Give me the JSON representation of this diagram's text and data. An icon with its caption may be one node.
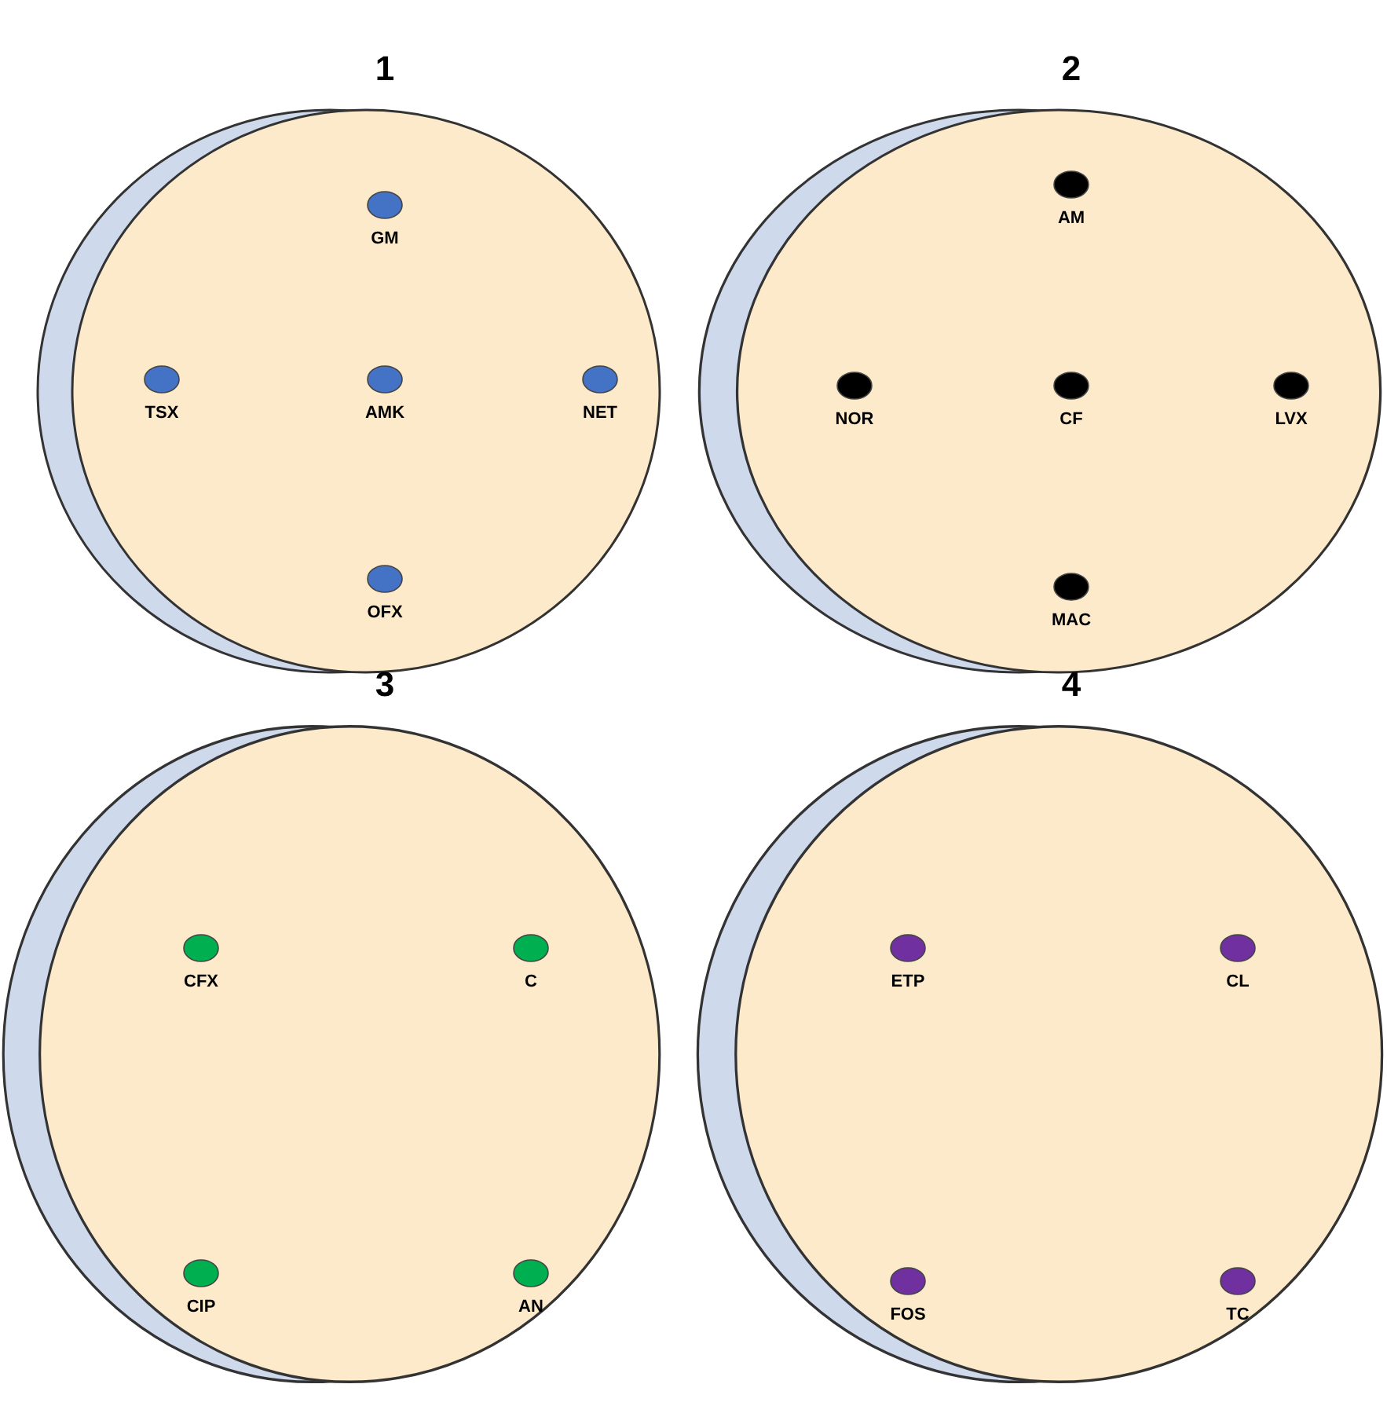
{
  "diagram": {
    "nodes": [
      {
        "text": [
          "1"
        ]
      },
      {
        "text": [
          "GM"
        ],
        "in": 0
      },
      {
        "text": [
          "TSX"
        ],
        "in": 0
      },
      {
        "text": [
          "AMK"
        ],
        "in": 0
      },
      {
        "text": [
          "NET"
        ],
        "in": 0
      },
      {
        "text": [
          "OFX"
        ],
        "in": 0
      },
      {
        "text": [
          "2"
        ]
      },
      {
        "text": [
          "AM"
        ],
        "in": 6
      },
      {
        "text": [
          "NOR"
        ],
        "in": 6
      },
      {
        "text": [
          "CF"
        ],
        "in": 6
      },
      {
        "text": [
          "LVX"
        ],
        "in": 6
      },
      {
        "text": [
          "MAC"
        ],
        "in": 6
      },
      {
        "text": [
          "3"
        ]
      },
      {
        "text": [
          "CFX"
        ],
        "in": 12
      },
      {
        "text": [
          "C"
        ],
        "in": 12
      },
      {
        "text": [
          "CIP"
        ],
        "in": 12
      },
      {
        "text": [
          "AN"
        ],
        "in": 12
      },
      {
        "text": [
          "4"
        ]
      },
      {
        "text": [
          "ETP"
        ],
        "in": 17
      },
      {
        "text": [
          "CL"
        ],
        "in": 17
      },
      {
        "text": [
          "FOS"
        ],
        "in": 17
      },
      {
        "text": [
          "TC"
        ],
        "in": 17
      }
    ]
  }
}
